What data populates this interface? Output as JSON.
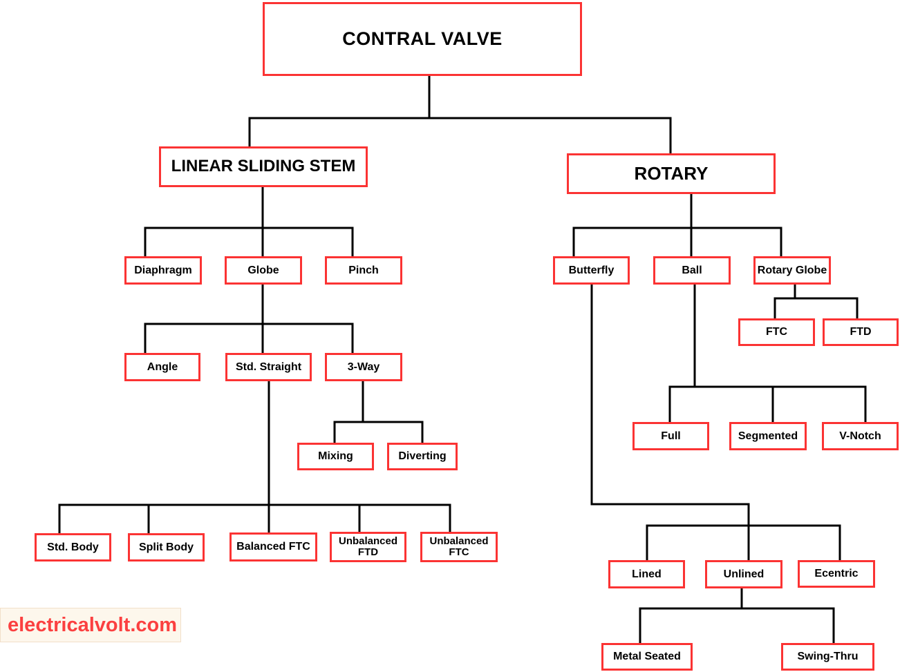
{
  "title": "Control valve classification chart",
  "colors": {
    "box_border": "#fb3333",
    "box_fill": "#ffffff",
    "connector": "#000000",
    "text": "#000000",
    "watermark_text": "#fb4040",
    "watermark_bg": "#fdf7ec",
    "watermark_border": "#f2dfc9"
  },
  "watermark": {
    "text": "electricalvolt.com"
  },
  "tree": {
    "label": "CONTRAL VALVE",
    "children": [
      {
        "label": "LINEAR SLIDING STEM",
        "children": [
          {
            "label": "Diaphragm"
          },
          {
            "label": "Globe",
            "children": [
              {
                "label": "Angle"
              },
              {
                "label": "Std. Straight",
                "children": [
                  {
                    "label": "Std. Body"
                  },
                  {
                    "label": "Split Body"
                  },
                  {
                    "label": "Balanced FTC"
                  },
                  {
                    "label": "Unbalanced FTD"
                  },
                  {
                    "label": "Unbalanced FTC"
                  }
                ]
              },
              {
                "label": "3-Way",
                "children": [
                  {
                    "label": "Mixing"
                  },
                  {
                    "label": "Diverting"
                  }
                ]
              }
            ]
          },
          {
            "label": "Pinch"
          }
        ]
      },
      {
        "label": "ROTARY",
        "children": [
          {
            "label": "Butterfly",
            "children": [
              {
                "label": "Lined"
              },
              {
                "label": "Unlined",
                "children": [
                  {
                    "label": "Metal Seated"
                  },
                  {
                    "label": "Swing-Thru"
                  }
                ]
              },
              {
                "label": "Ecentric"
              }
            ]
          },
          {
            "label": "Ball",
            "children": [
              {
                "label": "Full"
              },
              {
                "label": "Segmented"
              },
              {
                "label": "V-Notch"
              }
            ]
          },
          {
            "label": "Rotary Globe",
            "children": [
              {
                "label": "FTC"
              },
              {
                "label": "FTD"
              }
            ]
          }
        ]
      }
    ]
  }
}
